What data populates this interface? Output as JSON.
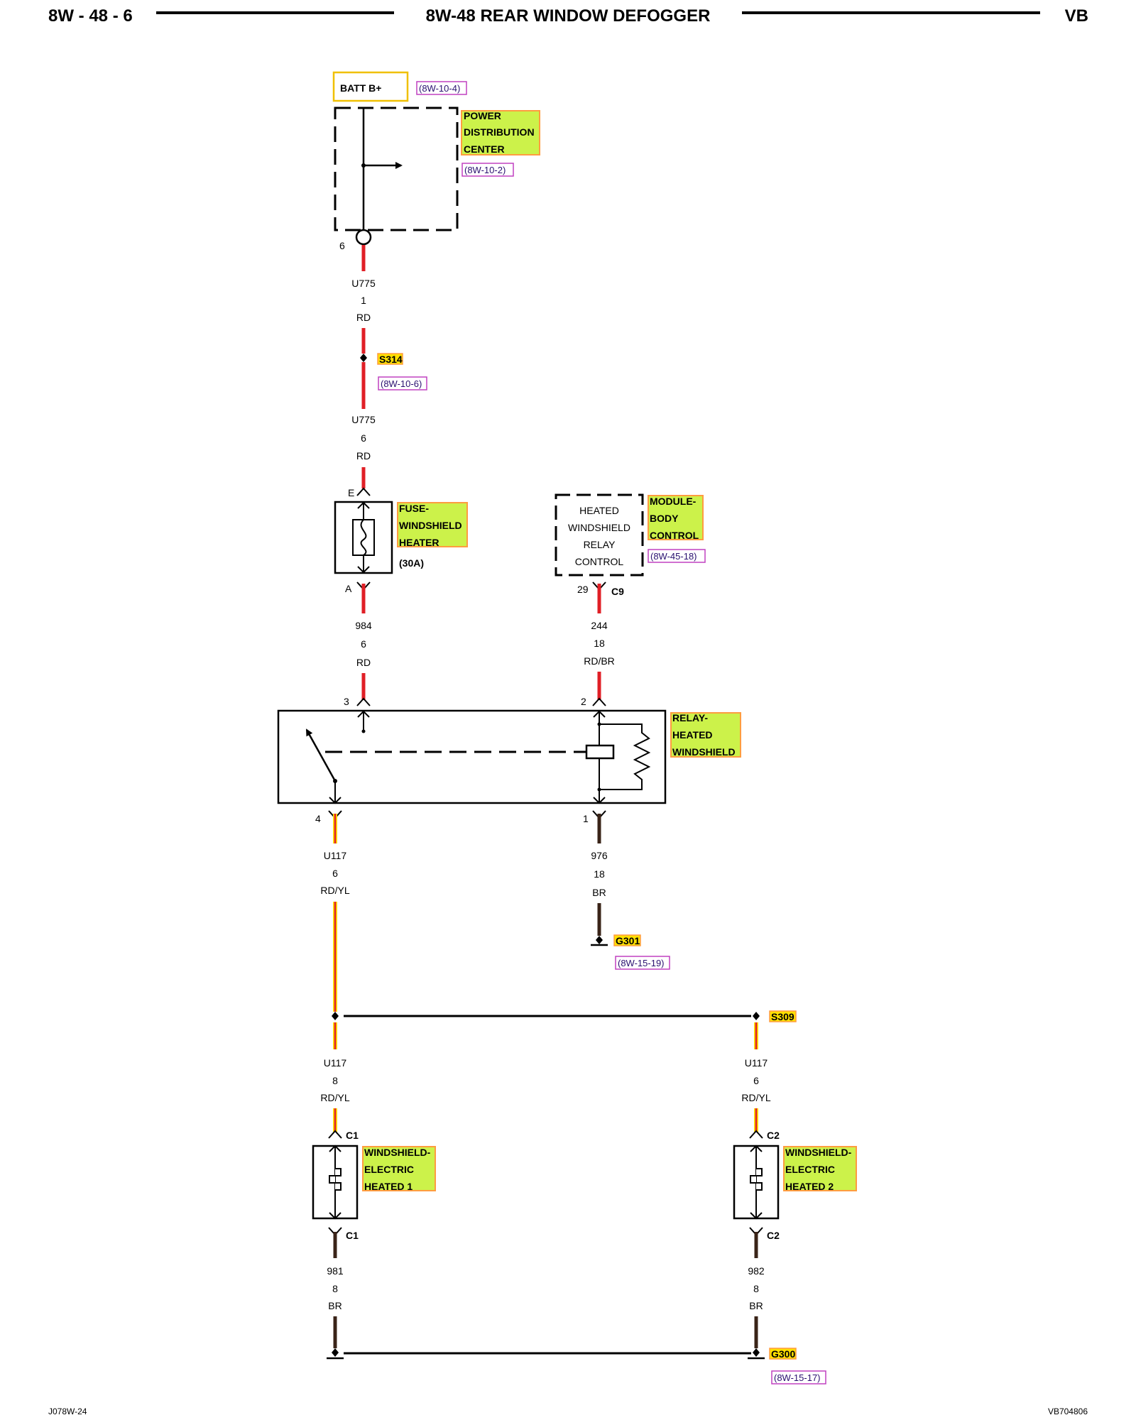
{
  "header": {
    "page_code": "8W - 48 - 6",
    "title": "8W-48 REAR WINDOW DEFOGGER",
    "vehicle": "VB"
  },
  "footer": {
    "left_code": "J078W-24",
    "right_code": "VB704806"
  },
  "colors": {
    "wire_red": "#e01f26",
    "wire_yellow": "#ffe000",
    "wire_brown": "#3a2418",
    "highlight_fill": "#ccf24a",
    "highlight_border": "#ff9c40",
    "ref_border": "#c040c0",
    "batt_border": "#f0c000"
  },
  "components": {
    "batt": {
      "label": "BATT B+",
      "ref": "(8W-10-4)"
    },
    "pdc": {
      "line1": "POWER",
      "line2": "DISTRIBUTION",
      "line3": "CENTER",
      "ref": "(8W-10-2)",
      "pin": "6"
    },
    "fuse": {
      "line1": "FUSE-",
      "line2": "WINDSHIELD",
      "line3": "HEATER",
      "rating": "(30A)",
      "pin_top": "E",
      "pin_bottom": "A"
    },
    "bcm": {
      "line1": "MODULE-",
      "line2": "BODY",
      "line3": "CONTROL",
      "ref": "(8W-45-18)",
      "inner1": "HEATED",
      "inner2": "WINDSHIELD",
      "inner3": "RELAY",
      "inner4": "CONTROL",
      "pin": "29",
      "connector": "C9"
    },
    "relay": {
      "line1": "RELAY-",
      "line2": "HEATED",
      "line3": "WINDSHIELD",
      "pin3": "3",
      "pin2": "2",
      "pin4": "4",
      "pin1": "1"
    },
    "ws1": {
      "line1": "WINDSHIELD-",
      "line2": "ELECTRIC",
      "line3": "HEATED 1",
      "conn_top": "C1",
      "conn_bottom": "C1"
    },
    "ws2": {
      "line1": "WINDSHIELD-",
      "line2": "ELECTRIC",
      "line3": "HEATED 2",
      "conn_top": "C2",
      "conn_bottom": "C2"
    }
  },
  "splices": {
    "s314": {
      "label": "S314",
      "ref": "(8W-10-6)"
    },
    "s309": {
      "label": "S309"
    },
    "g301": {
      "label": "G301",
      "ref": "(8W-15-19)"
    },
    "g300": {
      "label": "G300",
      "ref": "(8W-15-17)"
    }
  },
  "wires": {
    "w1": {
      "circuit": "U775",
      "gauge": "1",
      "color": "RD"
    },
    "w2": {
      "circuit": "U775",
      "gauge": "6",
      "color": "RD"
    },
    "w3": {
      "circuit": "984",
      "gauge": "6",
      "color": "RD"
    },
    "w4": {
      "circuit": "244",
      "gauge": "18",
      "color": "RD/BR"
    },
    "w5": {
      "circuit": "U117",
      "gauge": "6",
      "color": "RD/YL"
    },
    "w6": {
      "circuit": "976",
      "gauge": "18",
      "color": "BR"
    },
    "w7": {
      "circuit": "U117",
      "gauge": "8",
      "color": "RD/YL"
    },
    "w8": {
      "circuit": "U117",
      "gauge": "6",
      "color": "RD/YL"
    },
    "w9": {
      "circuit": "981",
      "gauge": "8",
      "color": "BR"
    },
    "w10": {
      "circuit": "982",
      "gauge": "8",
      "color": "BR"
    }
  }
}
